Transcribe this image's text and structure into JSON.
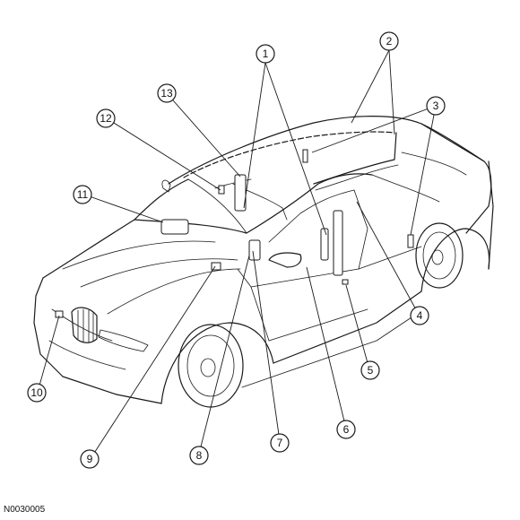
{
  "figure_code": "N0030005",
  "callouts": [
    {
      "number": "1"
    },
    {
      "number": "2"
    },
    {
      "number": "3"
    },
    {
      "number": "4"
    },
    {
      "number": "5"
    },
    {
      "number": "6"
    },
    {
      "number": "7"
    },
    {
      "number": "8"
    },
    {
      "number": "9"
    },
    {
      "number": "10"
    },
    {
      "number": "11"
    },
    {
      "number": "12"
    },
    {
      "number": "13"
    }
  ]
}
